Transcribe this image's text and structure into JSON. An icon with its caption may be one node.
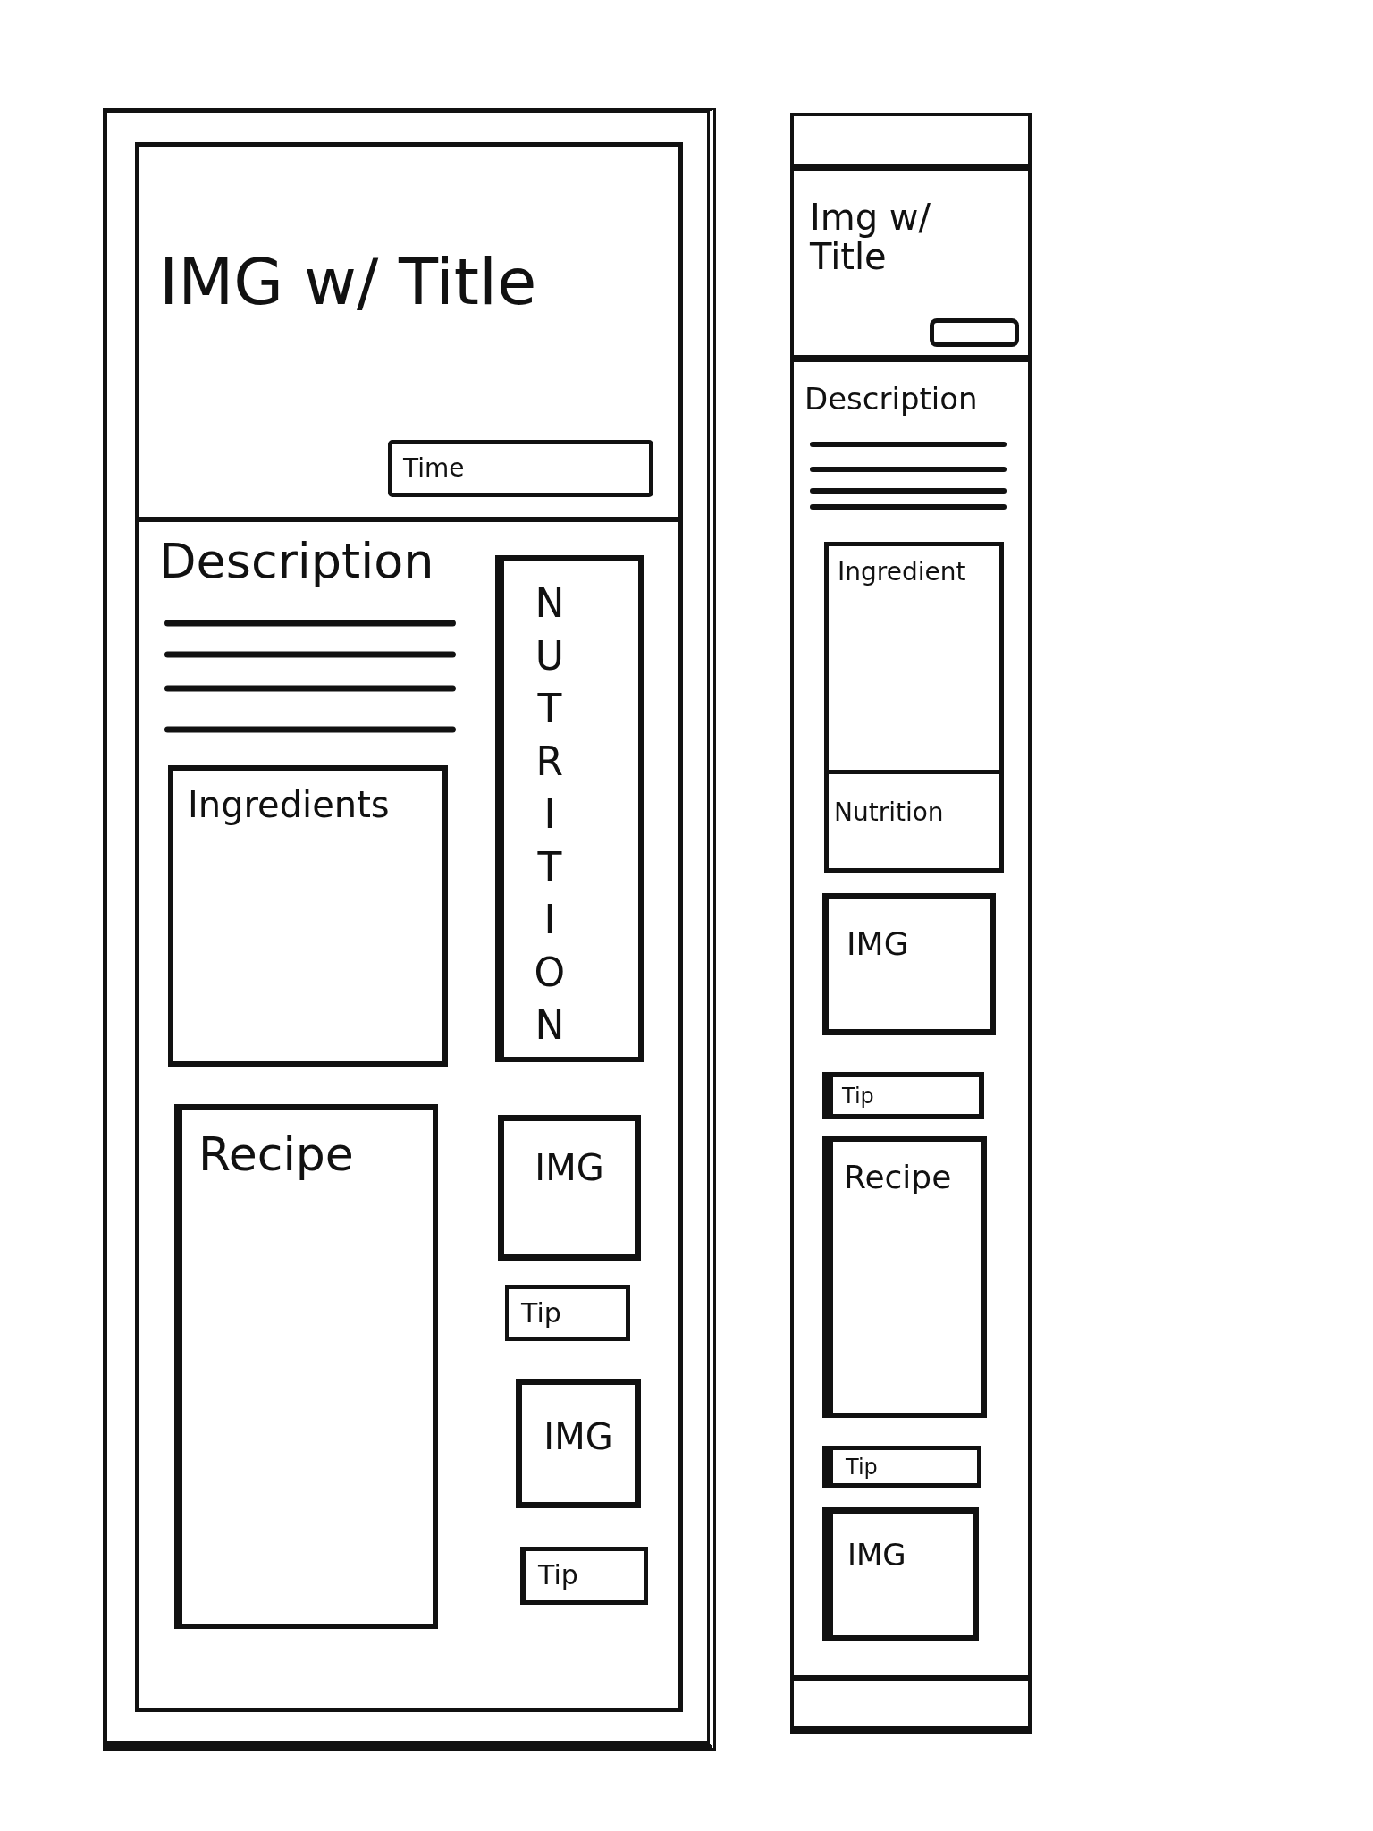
{
  "diagram": {
    "nodes": [
      {
        "text": [],
        "shape": "box"
      },
      {
        "text": [],
        "shape": "box",
        "in": 0
      },
      {
        "text": [
          "IMG w/ Title"
        ],
        "in": 1
      },
      {
        "text": [
          "Time"
        ],
        "in": 2
      },
      {
        "text": [
          "Ingredients"
        ],
        "in": 1
      },
      {
        "text": [
          "NUTRITION"
        ],
        "in": 1
      },
      {
        "text": [
          "Recipe"
        ],
        "in": 1
      },
      {
        "text": [
          "IMG"
        ],
        "in": 1
      },
      {
        "text": [
          "Tip"
        ],
        "in": 1
      },
      {
        "text": [
          "IMG"
        ],
        "in": 1
      },
      {
        "text": [
          "Tip"
        ],
        "in": 1
      },
      {
        "text": [],
        "shape": "box"
      },
      {
        "text": [
          "Img w/ Title"
        ],
        "in": 11
      },
      {
        "text": [],
        "shape": "box",
        "in": 12
      },
      {
        "text": [
          "Ingredient"
        ],
        "in": 11
      },
      {
        "text": [
          "Nutrition"
        ],
        "in": 14
      },
      {
        "text": [
          "IMG"
        ],
        "in": 11
      },
      {
        "text": [
          "Tip"
        ],
        "in": 11
      },
      {
        "text": [
          "Recipe"
        ],
        "in": 11
      },
      {
        "text": [
          "Tip"
        ],
        "in": 11
      },
      {
        "text": [
          "IMG"
        ],
        "in": 11
      }
    ],
    "labels": [
      "Description",
      "Description"
    ]
  }
}
